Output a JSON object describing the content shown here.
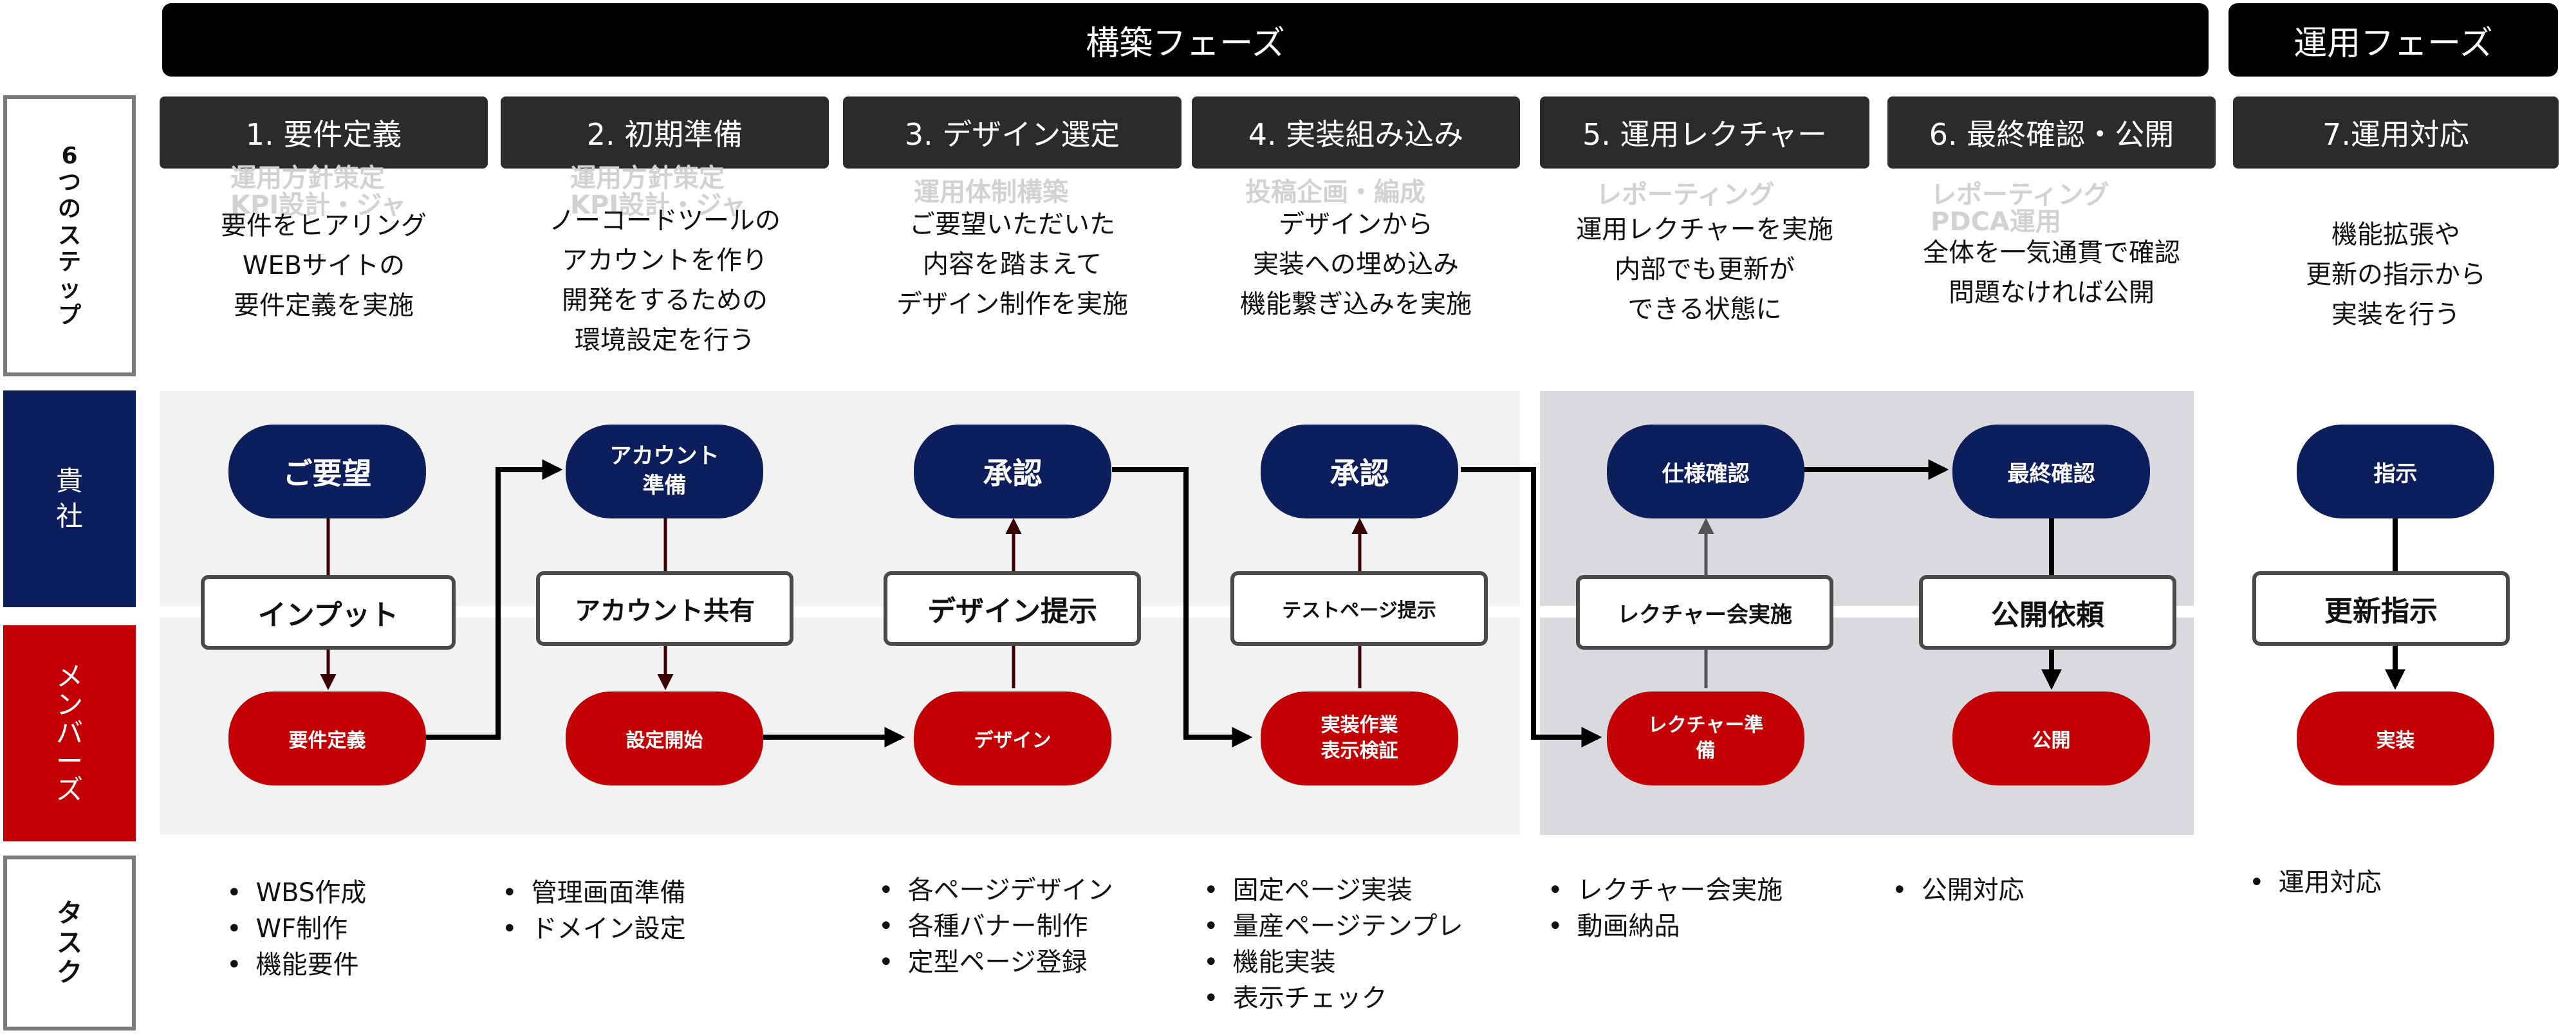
{
  "phases": {
    "build": "構築フェーズ",
    "operation": "運用フェーズ"
  },
  "left_labels": {
    "steps": "6\nつ\nの\nス\nテ\nッ\nプ",
    "client": "貴\n社",
    "member": "メ\nン\nバ\nー\nズ",
    "task": "タ\nス\nク"
  },
  "steps": [
    {
      "title": "1. 要件定義",
      "ghost": "運用方針策定\nKPI設計・ジャ",
      "description": "要件をヒアリング\nWEBサイトの\n要件定義を実施"
    },
    {
      "title": "2. 初期準備",
      "ghost": "運用方針策定\nKPI設計・ジャ",
      "description": "ノーコードツールの\nアカウントを作り\n開発をするための\n環境設定を行う"
    },
    {
      "title": "3. デザイン選定",
      "ghost": "運用体制構築",
      "description": "ご要望いただいた\n内容を踏まえて\nデザイン制作を実施"
    },
    {
      "title": "4. 実装組み込み",
      "ghost": "投稿企画・編成",
      "description": "デザインから\n実装への埋め込み\n機能繋ぎ込みを実施"
    },
    {
      "title": "5. 運用レクチャー",
      "ghost": "レポーティング",
      "description": "運用レクチャーを実施\n内部でも更新が\nできる状態に"
    },
    {
      "title": "6. 最終確認・公開",
      "ghost": "レポーティング\nPDCA運用",
      "description": "全体を一気通貫で確認\n問題なければ公開"
    },
    {
      "title": "7.運用対応",
      "ghost": "",
      "description": "機能拡張や\n更新の指示から\n実装を行う"
    }
  ],
  "flow": {
    "client_nodes": [
      "ご要望",
      "アカウント\n準備",
      "承認",
      "承認",
      "仕様確認",
      "最終確認",
      "指示"
    ],
    "middle_boxes": [
      "インプット",
      "アカウント共有",
      "デザイン提示",
      "テストページ提示",
      "レクチャー会実施",
      "公開依頼",
      "更新指示"
    ],
    "member_nodes": [
      "要件定義",
      "設定開始",
      "デザイン",
      "実装作業\n表示検証",
      "レクチャー準\n備",
      "公開",
      "実装"
    ]
  },
  "tasks": [
    [
      "WBS作成",
      "WF制作",
      "機能要件"
    ],
    [
      "管理画面準備",
      "ドメイン設定"
    ],
    [
      "各ページデザイン",
      "各種バナー制作",
      "定型ページ登録"
    ],
    [
      "固定ページ実装",
      "量産ページテンプレ",
      "機能実装",
      "表示チェック"
    ],
    [
      "レクチャー会実施",
      "動画納品"
    ],
    [
      "公開対応"
    ],
    [
      "運用対応"
    ]
  ],
  "colors": {
    "navy": "#0c1f5c",
    "red": "#c30003",
    "phase_black": "#000000",
    "step_tab": "#2b2b2b",
    "light_band": "#f2f2f2",
    "gray_band": "#d9d9de",
    "line_dark": "#3a0000"
  }
}
